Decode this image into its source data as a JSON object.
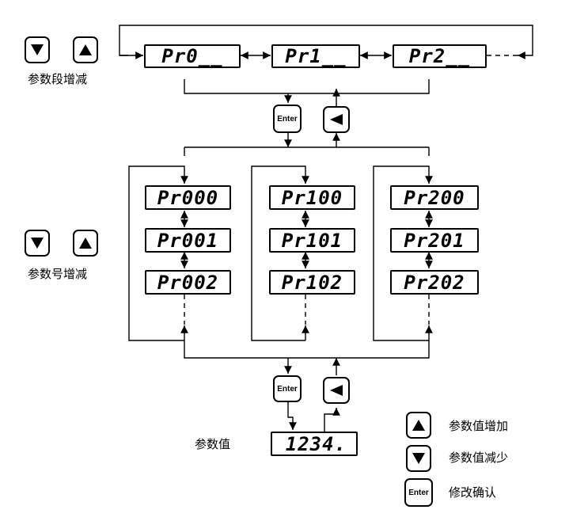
{
  "group_labels": {
    "section_step": "参数段增减",
    "number_step": "参数号增减",
    "value": "参数值"
  },
  "section_displays": [
    "Pr0__",
    "Pr1__",
    "Pr2__"
  ],
  "parameter_displays": [
    [
      "Pr000",
      "Pr001",
      "Pr002"
    ],
    [
      "Pr100",
      "Pr101",
      "Pr102"
    ],
    [
      "Pr200",
      "Pr201",
      "Pr202"
    ]
  ],
  "value_display": "1234.",
  "keys": {
    "enter_label": "Enter",
    "up_icon": "up-triangle-icon",
    "down_icon": "down-triangle-icon",
    "back_icon": "left-triangle-icon"
  },
  "legend": [
    {
      "icon": "up-triangle-icon",
      "text": "参数值增加"
    },
    {
      "icon": "down-triangle-icon",
      "text": "参数值减少"
    },
    {
      "icon": "enter-key",
      "text": "修改确认"
    }
  ]
}
